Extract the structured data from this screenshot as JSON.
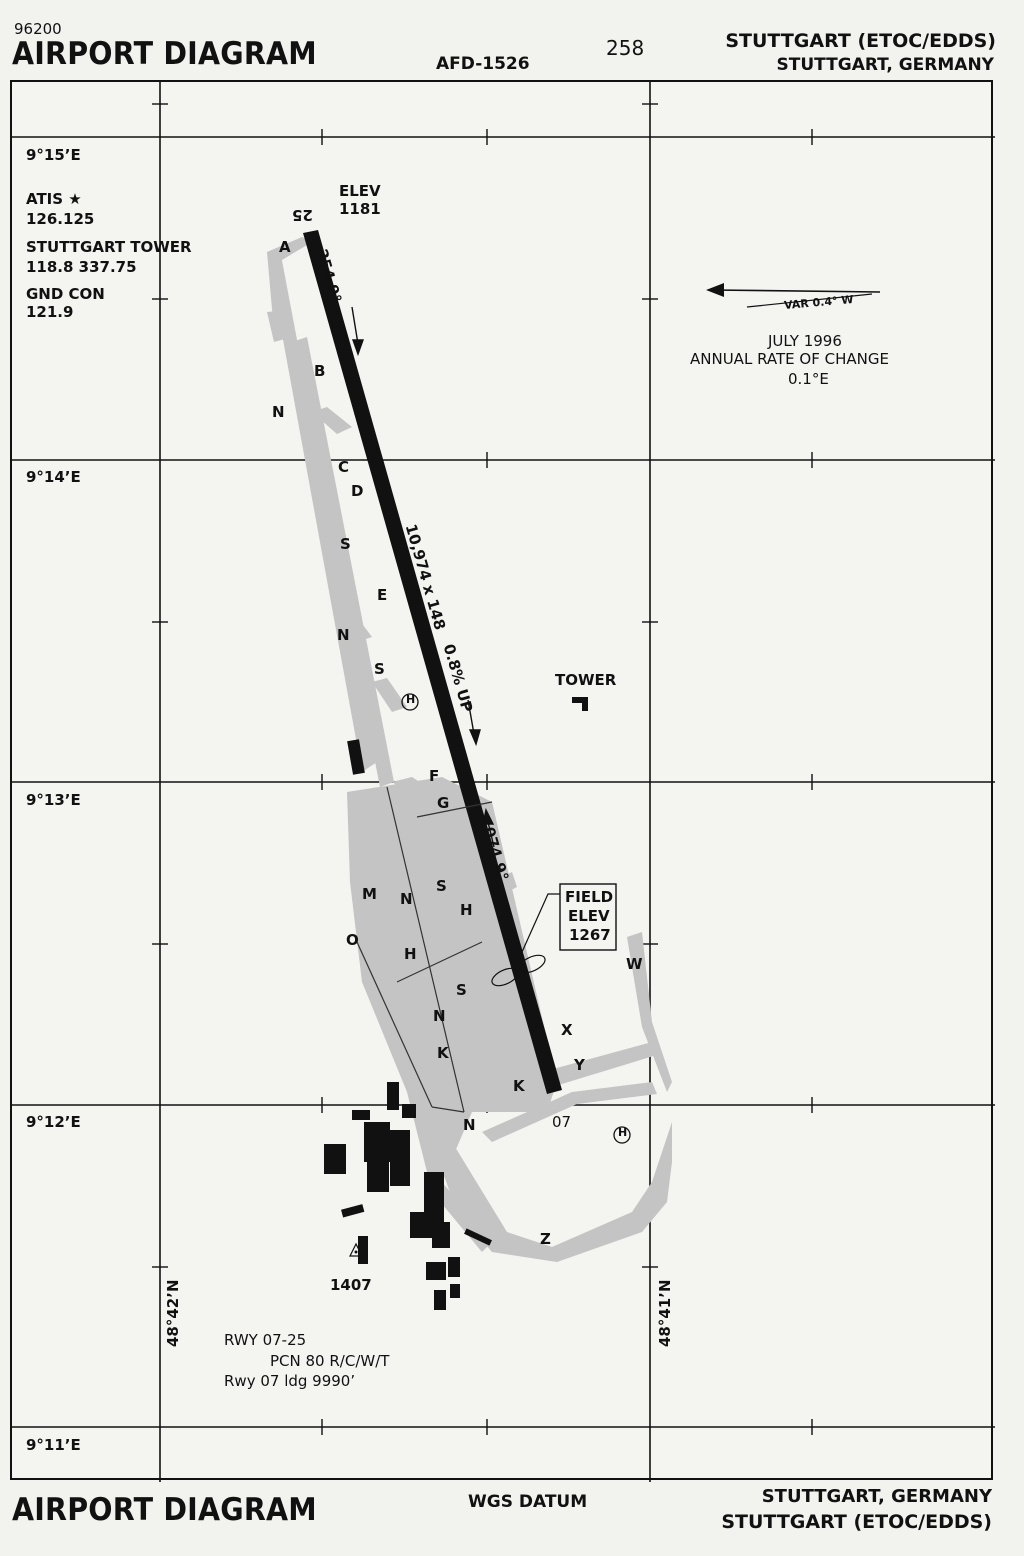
{
  "header": {
    "chart_id": "96200",
    "title": "AIRPORT DIAGRAM",
    "afd": "AFD-1526",
    "page_number": "258",
    "airport": "STUTTGART (ETOC/EDDS)",
    "city": "STUTTGART, GERMANY"
  },
  "footer": {
    "title": "AIRPORT DIAGRAM",
    "datum": "WGS DATUM",
    "city": "STUTTGART, GERMANY",
    "airport": "STUTTGART (ETOC/EDDS)"
  },
  "frequencies": {
    "atis_label": "ATIS ★",
    "atis_freq": "126.125",
    "tower_label": "STUTTGART TOWER",
    "tower_freq": "118.8  337.75",
    "gnd_label": "GND CON",
    "gnd_freq": "121.9"
  },
  "longitudes": [
    "9°15’E",
    "9°14’E",
    "9°13’E",
    "9°12’E",
    "9°11’E"
  ],
  "latitudes": [
    "48°42’N",
    "48°41’N"
  ],
  "variation": {
    "var_label": "VAR 0.4° W",
    "date": "JULY 1996",
    "rate_label": "ANNUAL RATE OF CHANGE",
    "rate_value": "0.1°E"
  },
  "runway": {
    "end_west": "25",
    "end_east": "07",
    "heading_west": "254.9°",
    "heading_east": "074.9°",
    "dimensions": "10,974 x 148",
    "slope": "0.8% UP",
    "elev_label": "ELEV",
    "elev_value": "1181"
  },
  "field_elev": {
    "line1": "FIELD",
    "line2": "ELEV",
    "line3": "1267"
  },
  "tower_label": "TOWER",
  "obstacle_elev": "1407",
  "heliport_symbol": "H",
  "taxiways": [
    "A",
    "B",
    "N",
    "C",
    "D",
    "S",
    "E",
    "N",
    "S",
    "F",
    "G",
    "M",
    "N",
    "S",
    "H",
    "O",
    "H",
    "S",
    "N",
    "K",
    "K",
    "N",
    "W",
    "X",
    "Y",
    "Z"
  ],
  "remarks": {
    "line1": "RWY 07-25",
    "line2": "PCN 80 R/C/W/T",
    "line3": "Rwy 07 ldg 9990’"
  }
}
